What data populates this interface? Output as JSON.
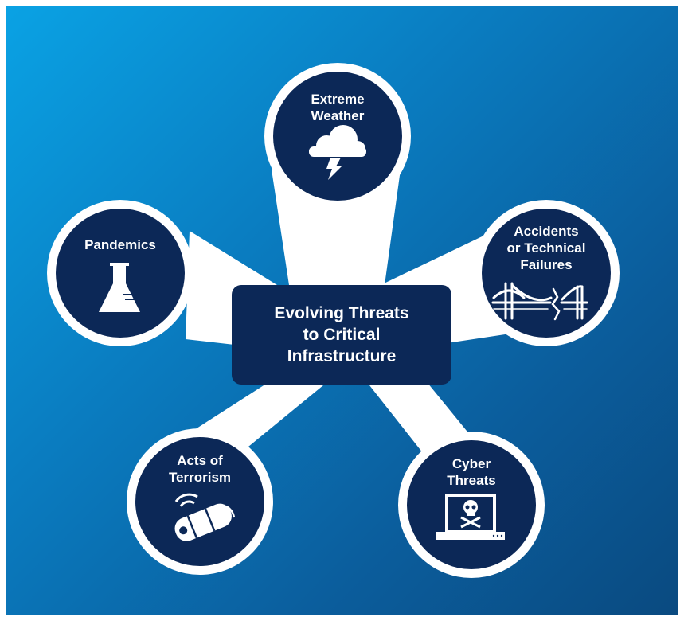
{
  "diagram": {
    "center": {
      "title": "Evolving Threats\nto Critical\nInfrastructure"
    },
    "nodes": [
      {
        "id": "extreme-weather",
        "label": "Extreme\nWeather",
        "icon": "storm-cloud-icon"
      },
      {
        "id": "accidents",
        "label": "Accidents\nor Technical\nFailures",
        "icon": "broken-bridge-icon"
      },
      {
        "id": "cyber",
        "label": "Cyber\nThreats",
        "icon": "laptop-skull-icon"
      },
      {
        "id": "terrorism",
        "label": "Acts of\nTerrorism",
        "icon": "bomb-icon"
      },
      {
        "id": "pandemics",
        "label": "Pandemics",
        "icon": "flask-icon"
      }
    ],
    "colors": {
      "background_start": "#0aa2e4",
      "background_end": "#0a4a80",
      "node_fill": "#0c2857",
      "ring": "#ffffff"
    }
  }
}
